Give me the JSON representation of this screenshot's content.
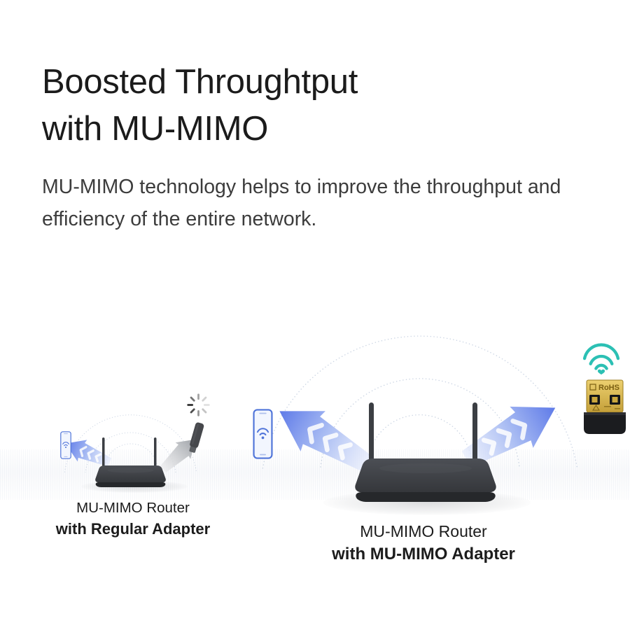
{
  "header": {
    "title_line1": "Boosted Throughtput",
    "title_line2": "with MU-MIMO",
    "description_line1": "MU-MIMO technology helps to improve the throughput and",
    "description_line2": "efficiency of the entire network."
  },
  "diagram": {
    "left_scene": {
      "caption_line1": "MU-MIMO Router",
      "caption_line2": "with Regular Adapter"
    },
    "right_scene": {
      "caption_line1": "MU-MIMO Router",
      "caption_line2": "with MU-MIMO Adapter"
    },
    "adapter_label": "RoHS",
    "colors": {
      "phone_blue": "#4f74d9",
      "wifi_teal": "#2cc0b4",
      "arrow_blue": "#5e7ae8",
      "arrow_blue_light": "#e8edfc",
      "arrow_gray": "#9da1a6",
      "router_dark": "#3a3d41",
      "adapter_gold": "#d8b44e",
      "arc_dotted": "#c5d0e0",
      "heading_text": "#1b1b1b",
      "body_text": "#3c3c3c"
    }
  }
}
